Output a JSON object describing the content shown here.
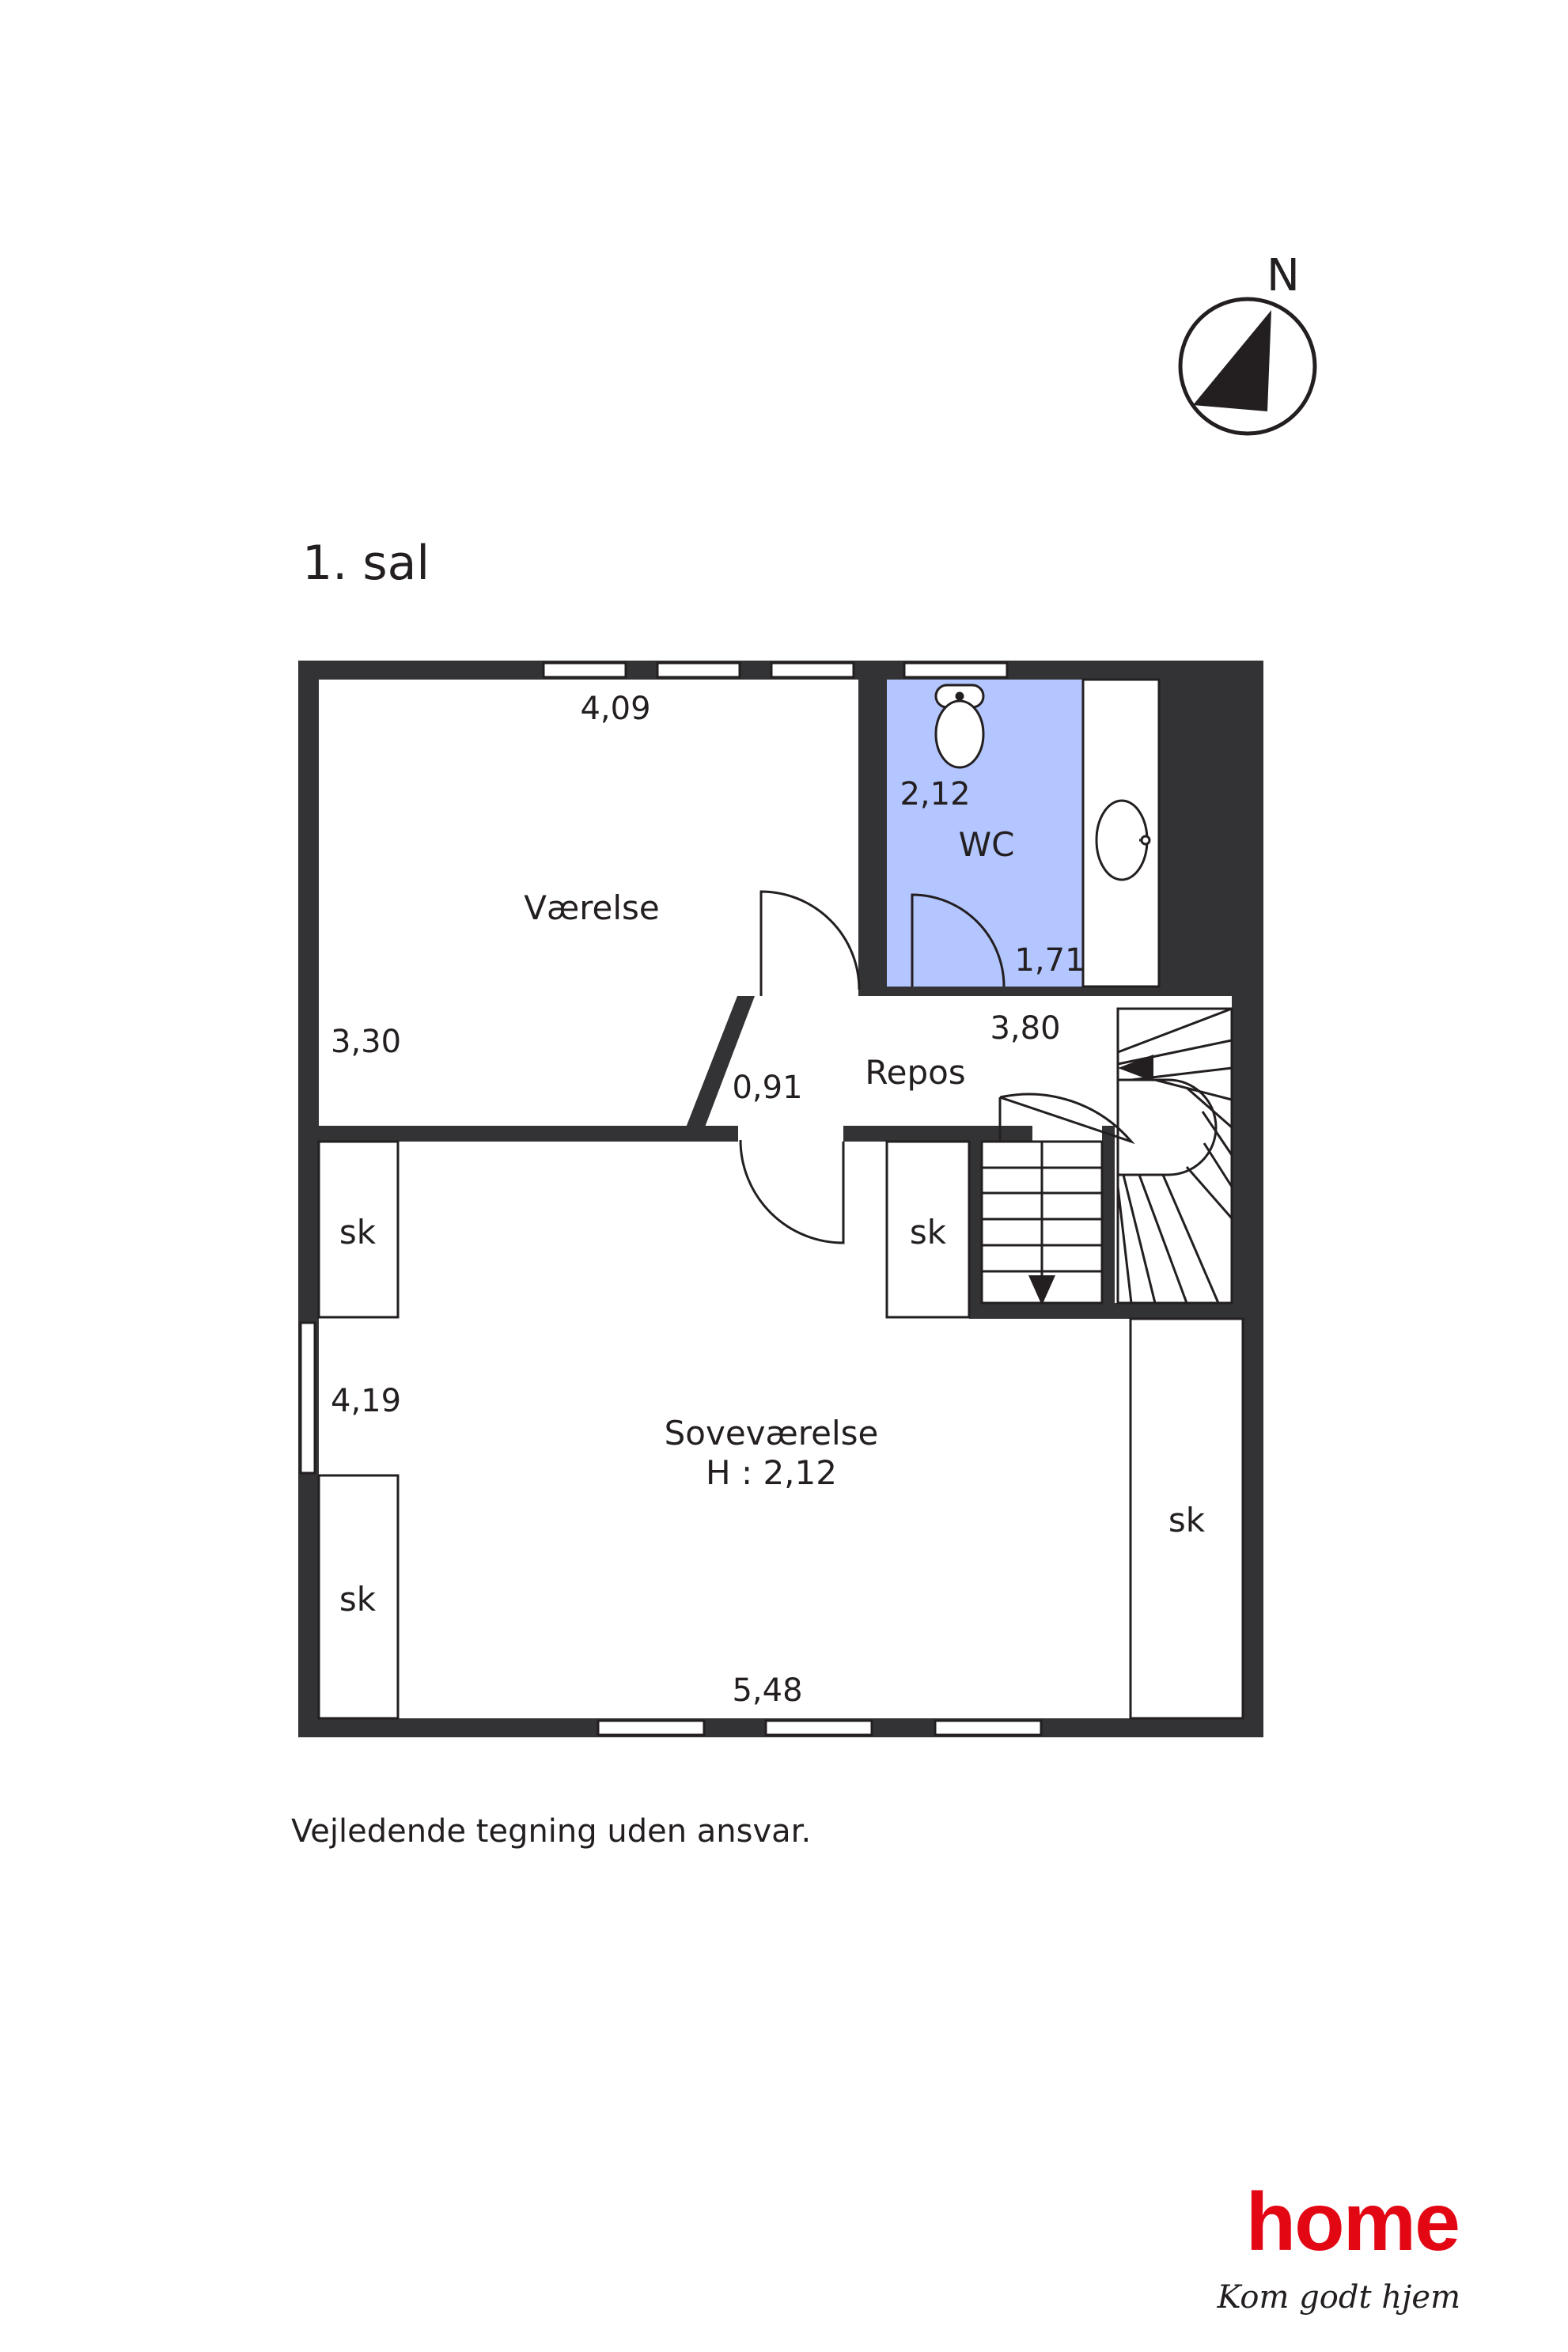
{
  "floor_title": "1. sal",
  "north_label": "N",
  "rooms": {
    "vaerelse": "Værelse",
    "wc": "WC",
    "repos": "Repos",
    "sovevaerelse": "Soveværelse",
    "sovevaerelse_height": "H : 2,12",
    "closet_label": "sk"
  },
  "dimensions": {
    "vaerelse_width": "4,09",
    "vaerelse_depth": "3,30",
    "wc_width": "2,12",
    "wc_depth": "1,71",
    "repos_width": "3,80",
    "repos_depth": "0,91",
    "sovevaerelse_depth": "4,19",
    "sovevaerelse_width": "5,48"
  },
  "disclaimer": "Vejledende tegning uden ansvar.",
  "brand": {
    "name": "home",
    "tagline": "Kom godt hjem",
    "color": "#e30613"
  },
  "colors": {
    "wall": "#333335",
    "wc_fill": "#b4c6ff",
    "line": "#231f20"
  }
}
